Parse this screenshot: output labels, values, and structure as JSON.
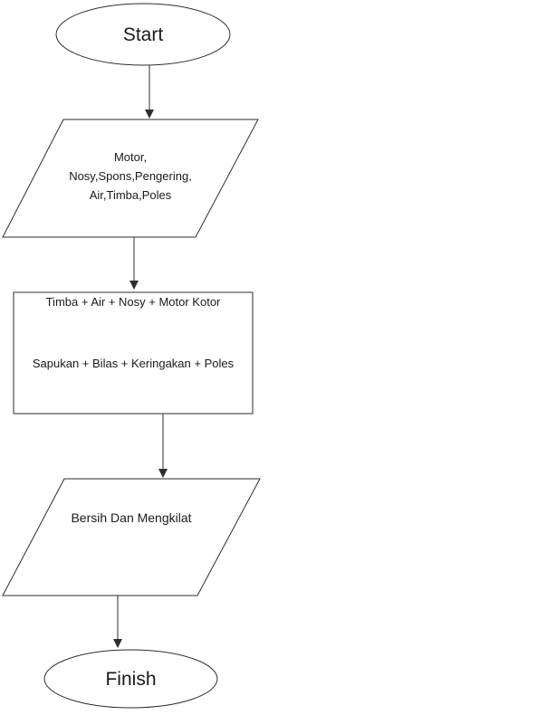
{
  "diagram": {
    "type": "flowchart",
    "colors": {
      "stroke": "#2e2e2e",
      "text": "#1a1a1a",
      "background": "#ffffff"
    },
    "nodes": {
      "start": {
        "shape": "ellipse",
        "label": "Start"
      },
      "input": {
        "shape": "parallelogram",
        "lines": [
          "Motor,",
          "Nosy,Spons,Pengering,",
          "Air,Timba,Poles"
        ]
      },
      "process": {
        "shape": "rectangle",
        "lines": [
          "Timba + Air + Nosy + Motor Kotor",
          "Sapukan + Bilas + Keringakan + Poles"
        ]
      },
      "output": {
        "shape": "parallelogram",
        "lines": [
          "Bersih Dan Mengkilat"
        ]
      },
      "finish": {
        "shape": "ellipse",
        "label": "Finish"
      }
    },
    "edges": [
      {
        "from": "start",
        "to": "input"
      },
      {
        "from": "input",
        "to": "process"
      },
      {
        "from": "process",
        "to": "output"
      },
      {
        "from": "output",
        "to": "finish"
      }
    ]
  }
}
